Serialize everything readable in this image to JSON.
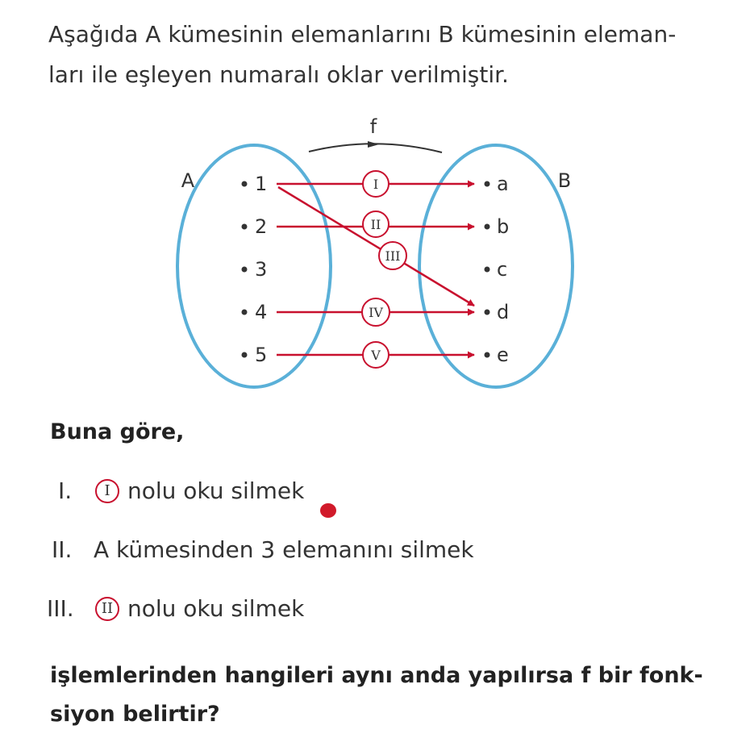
{
  "intro": {
    "line1": "Aşağıda A kümesinin elemanlarını B kümesinin eleman-",
    "line2": "ları ile eşleyen numaralı oklar verilmiştir."
  },
  "diagram": {
    "function_label": "f",
    "set_a_label": "A",
    "set_b_label": "B",
    "set_a_elements": [
      "1",
      "2",
      "3",
      "4",
      "5"
    ],
    "set_b_elements": [
      "a",
      "b",
      "c",
      "d",
      "e"
    ],
    "arrows": [
      {
        "label": "I",
        "from": "1",
        "to": "a"
      },
      {
        "label": "II",
        "from": "2",
        "to": "b"
      },
      {
        "label": "III",
        "from": "1",
        "to": "d"
      },
      {
        "label": "IV",
        "from": "4",
        "to": "d"
      },
      {
        "label": "V",
        "from": "5",
        "to": "e"
      }
    ],
    "colors": {
      "ellipse": "#5ab0d8",
      "arrow": "#c8102e",
      "text": "#333333"
    }
  },
  "lead": "Buna göre,",
  "options": [
    {
      "num": "I.",
      "badge": "I",
      "text": "nolu oku silmek"
    },
    {
      "num": "II.",
      "badge": "",
      "text": "A kümesinden 3 elemanını silmek"
    },
    {
      "num": "III.",
      "badge": "II",
      "text": "nolu oku silmek"
    }
  ],
  "question": {
    "line1": "işlemlerinden hangileri aynı anda yapılırsa f bir fonk-",
    "line2": "siyon belirtir?"
  }
}
